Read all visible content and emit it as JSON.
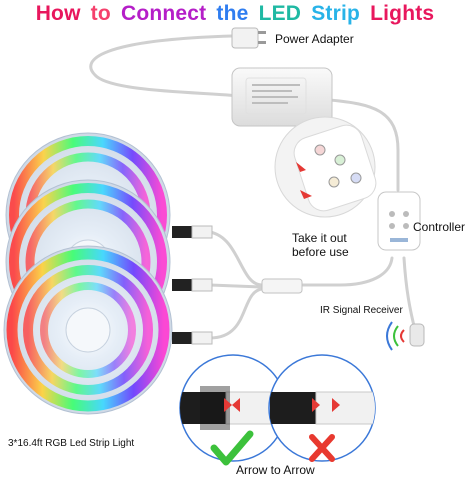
{
  "title": {
    "words": [
      "How",
      "to",
      "Connect",
      "the",
      "LED",
      "Strip",
      "Lights"
    ],
    "word_colors": [
      "#e8175d",
      "#f5406c",
      "#b51ec8",
      "#2f7df0",
      "#1fb9a3",
      "#28b3e8",
      "#e8175d"
    ]
  },
  "labels": {
    "power_adapter": "Power Adapter",
    "controller": "Controller",
    "take_out_line1": "Take it out",
    "take_out_line2": "before use",
    "ir_receiver": "IR Signal Receiver",
    "strip_light": "3*16.4ft RGB Led Strip Light",
    "arrow_to_arrow": "Arrow to Arrow"
  },
  "colors": {
    "correct": "#3cc13b",
    "wrong": "#e8392f",
    "circle_border": "#3b78d8",
    "arrow_red": "#e53935"
  },
  "icons": [
    "plug-icon",
    "power-adapter-icon",
    "remote-control-icon",
    "controller-box-icon",
    "led-reel-icon",
    "connector-icon",
    "ir-receiver-icon",
    "check-mark-icon",
    "cross-mark-icon"
  ]
}
